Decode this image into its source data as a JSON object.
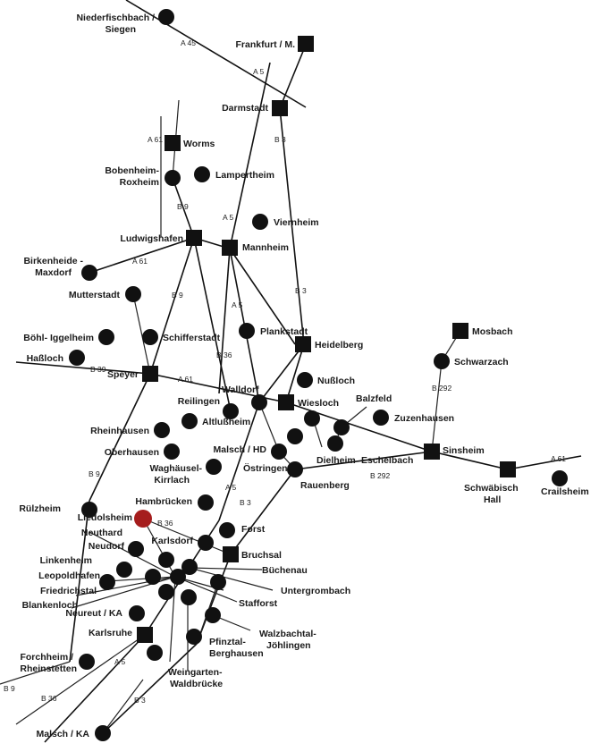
{
  "colors": {
    "marker": "#111111",
    "highlight": "#a51d1d",
    "line": "#111111",
    "background": "#ffffff"
  },
  "places": {
    "niederfischbach": "Niederfischbach /",
    "siegen": "Siegen",
    "frankfurt": "Frankfurt / M.",
    "darmstadt": "Darmstadt",
    "worms": "Worms",
    "bobenheim_1": "Bobenheim-",
    "bobenheim_2": "Roxheim",
    "lampertheim": "Lampertheim",
    "viernheim": "Viernheim",
    "ludwigshafen": "Ludwigshafen",
    "mannheim": "Mannheim",
    "birkenheide_1": "Birkenheide -",
    "birkenheide_2": "Maxdorf",
    "mutterstadt": "Mutterstadt",
    "boehl": "Böhl- Iggelheim",
    "hassloch": "Haßloch",
    "schifferstadt": "Schifferstadt",
    "plankstadt": "Plankstadt",
    "heidelberg": "Heidelberg",
    "mosbach": "Mosbach",
    "schwarzach": "Schwarzach",
    "speyer": "Speyer",
    "walldorf": "Walldorf",
    "nussloch": "Nußloch",
    "reilingen": "Reilingen",
    "wiesloch": "Wiesloch",
    "balzfeld": "Balzfeld",
    "zuzenhausen": "Zuzenhausen",
    "altlussheim": "Altlußheim",
    "rheinhausen": "Rheinhausen",
    "oberhausen": "Oberhausen",
    "malsch_hd": "Malsch / HD",
    "dielheim": "Dielheim",
    "eschelbach": "Eschelbach",
    "sinsheim": "Sinsheim",
    "waghaeusel_1": "Waghäusel-",
    "waghaeusel_2": "Kirrlach",
    "oestringen": "Östringen",
    "rauenberg": "Rauenberg",
    "schwaebisch_1": "Schwäbisch",
    "schwaebisch_2": "Hall",
    "crailsheim": "Crailsheim",
    "hambruecken": "Hambrücken",
    "ruelzheim": "Rülzheim",
    "liedolsheim": "Liedolsheim",
    "forst": "Forst",
    "neuthard": "Neuthard",
    "karlsdorf": "Karlsdorf",
    "neudorf": "Neudorf",
    "bruchsal": "Bruchsal",
    "linkenheim": "Linkenheim",
    "buechenau": "Büchenau",
    "leopoldshafen": "Leopoldhafen",
    "untergrombach": "Untergrombach",
    "friedrichstal": "Friedrichstal",
    "blankenloch": "Blankenloch",
    "stafforst": "Stafforst",
    "neureut": "Neureut / KA",
    "karlsruhe": "Karlsruhe",
    "walzbachtal_1": "Walzbachtal-",
    "walzbachtal_2": "Jöhlingen",
    "pfinztal_1": "Pfinztal-",
    "pfinztal_2": "Berghausen",
    "forchheim_1": "Forchheim /",
    "forchheim_2": "Rheinstetten",
    "weingarten_1": "Weingarten-",
    "weingarten_2": "Waldbrücke",
    "malsch_ka": "Malsch / KA"
  },
  "roads": {
    "a45": "A 45",
    "a5_north": "A 5",
    "b3_north": "B 3",
    "a61_worms": "A 61",
    "b9_upper": "B 9",
    "a5_mid": "A 5",
    "a61_mid": "A 61",
    "b9_mid": "B 9",
    "b3_mid": "B 3",
    "a5_south": "A 5",
    "b36_upper": "B 36",
    "b39": "B 39",
    "a61_speyer": "A 61",
    "b292_east": "B 292",
    "b292_south": "B 292",
    "a61_east": "A 61",
    "b9_lower": "B 9",
    "a5_lower": "A 5",
    "b3_lower": "B 3",
    "b36_hl": "B 36",
    "b9_sw": "B 9",
    "b36_sw": "B 36",
    "a5_ka": "A 5",
    "b3_ka": "B 3"
  }
}
